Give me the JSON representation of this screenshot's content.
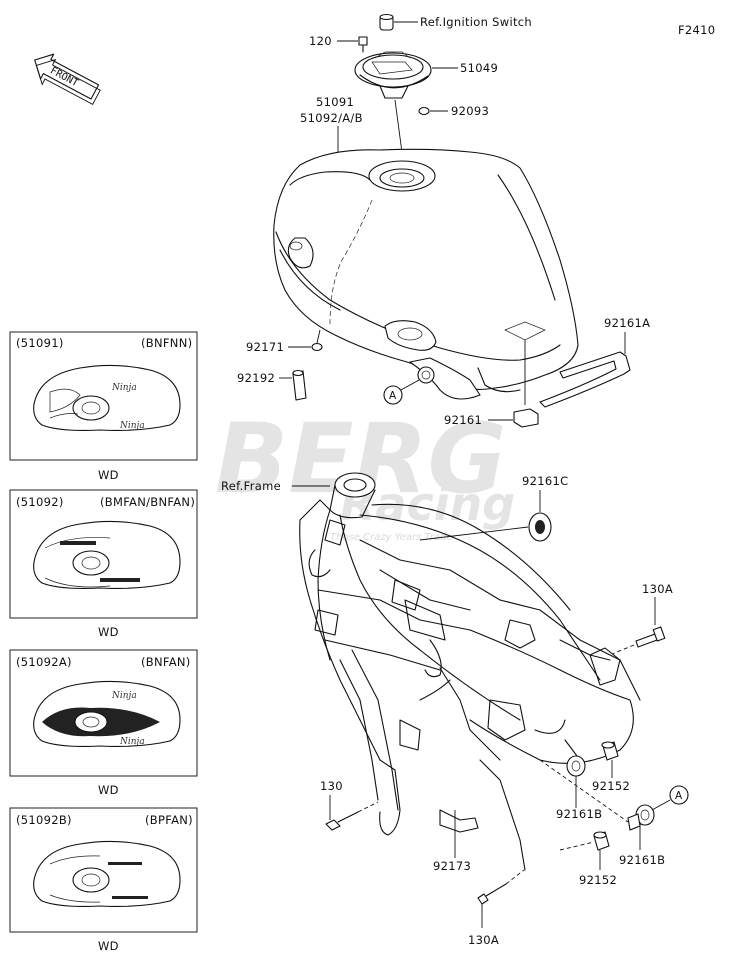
{
  "figure_code": "F2410",
  "front_label": "FRONT",
  "watermark": {
    "main": "BERG",
    "sub": "Racing",
    "tagline": "Those Crazy Years Trade"
  },
  "labels": {
    "ref_ignition_switch": "Ref.Ignition Switch",
    "ref_frame": "Ref.Frame",
    "p120": "120",
    "p51049": "51049",
    "p92093": "92093",
    "p51091": "51091",
    "p51092": "51092/A/B",
    "p92171": "92171",
    "p92192": "92192",
    "p92161A": "92161A",
    "p92161": "92161",
    "p92161C": "92161C",
    "p130A_top": "130A",
    "p130A_bottom": "130A",
    "p92152_a": "92152",
    "p92152_b": "92152",
    "p92161B_a": "92161B",
    "p92161B_b": "92161B",
    "p130": "130",
    "p92173": "92173",
    "callout_a1": "A",
    "callout_a2": "A"
  },
  "variants": [
    {
      "part": "(51091)",
      "code": "(BNFNN)",
      "color": "WD"
    },
    {
      "part": "(51092)",
      "code": "(BMFAN/BNFAN)",
      "color": "WD"
    },
    {
      "part": "(51092A)",
      "code": "(BNFAN)",
      "color": "WD"
    },
    {
      "part": "(51092B)",
      "code": "(BPFAN)",
      "color": "WD"
    }
  ]
}
